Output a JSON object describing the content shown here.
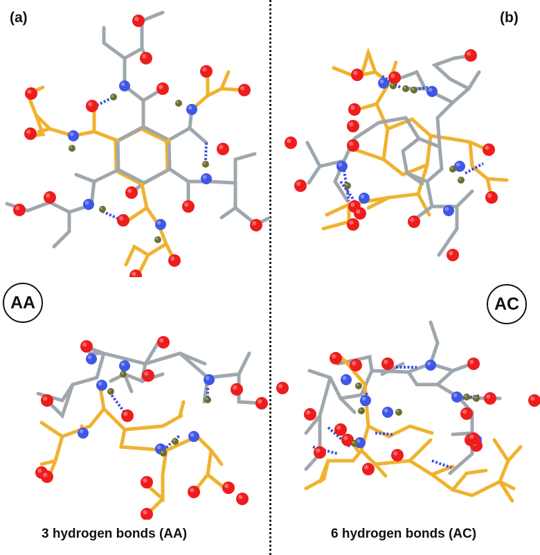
{
  "panels": [
    {
      "label": "(a)",
      "badge": "AA",
      "caption": "3 hydrogen bonds (AA)"
    },
    {
      "label": "(b)",
      "badge": "AC",
      "caption": "6 hydrogen bonds (AC)"
    }
  ],
  "colors": {
    "carbon_gray": "#9ea7ad",
    "carbon_gold": "#f0b22e",
    "oxygen": "#ee1c1c",
    "nitrogen": "#3f57e6",
    "hydrogen": "#6b6e2f",
    "hbond": "#3f4fe0"
  }
}
